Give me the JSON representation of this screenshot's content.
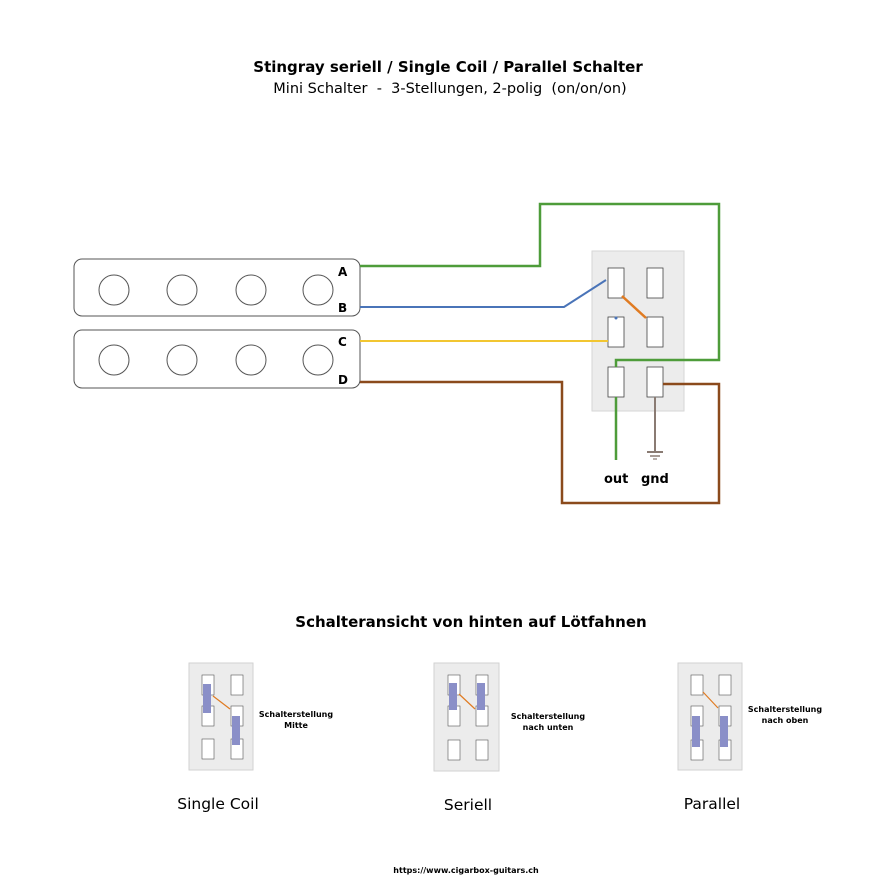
{
  "title": "Stingray seriell / Single Coil / Parallel Schalter",
  "subtitle": "Mini Schalter  -  3-Stellungen, 2-polig  (on/on/on)",
  "pickup_terminals": {
    "a": "A",
    "b": "B",
    "c": "C",
    "d": "D"
  },
  "switch_outputs": {
    "out": "out",
    "gnd": "gnd"
  },
  "back_view_title": "Schalteransicht von hinten auf Lötfahnen",
  "views": [
    {
      "caption": "Single Coil",
      "position_line1": "Schalterstellung",
      "position_line2": "Mitte"
    },
    {
      "caption": "Seriell",
      "position_line1": "Schalterstellung",
      "position_line2": "nach unten"
    },
    {
      "caption": "Parallel",
      "position_line1": "Schalterstellung",
      "position_line2": "nach oben"
    }
  ],
  "footer_url": "https://www.cigarbox-guitars.ch",
  "wire_colors": {
    "green": "#4e9c3a",
    "blue": "#4a74b8",
    "yellow": "#f2c631",
    "brown": "#8b4a1c",
    "orange": "#e07b22",
    "ground": "#8a7b73",
    "contact": "#8a8fc8"
  }
}
